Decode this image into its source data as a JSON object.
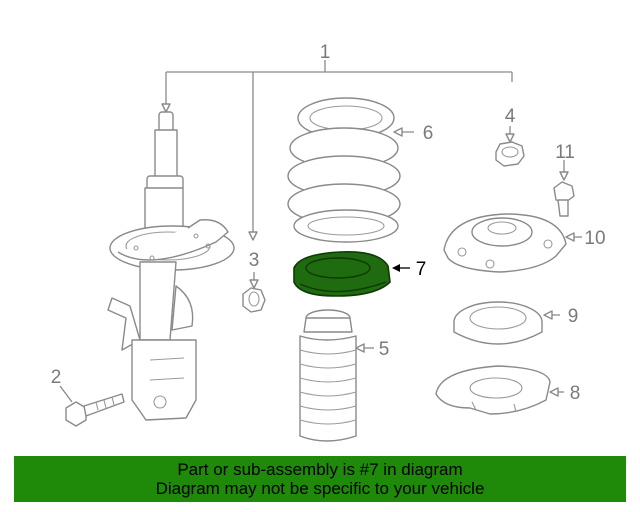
{
  "callouts": {
    "c1": "1",
    "c2": "2",
    "c3": "3",
    "c4": "4",
    "c5": "5",
    "c6": "6",
    "c7": "7",
    "c8": "8",
    "c9": "9",
    "c10": "10",
    "c11": "11"
  },
  "banner": {
    "line1": "Part or sub-assembly is #7 in diagram",
    "line2": "Diagram may not be specific to your vehicle"
  },
  "colors": {
    "highlight": "#1f6b0f",
    "banner": "#1f8a0a",
    "line": "#8a8a8a"
  }
}
